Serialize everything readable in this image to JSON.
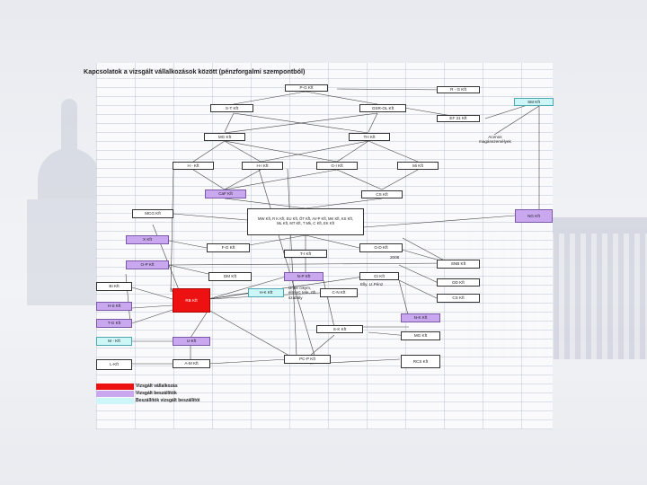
{
  "title": "Kapcsolatok a vizsgált vállalkozások között (pénzforgalmi szempontból)",
  "colors": {
    "red": "#ee1111",
    "purple": "#c9a8f0",
    "cyan": "#ccf6f8"
  },
  "nodes": {
    "pg": "P-G Kft",
    "rg": "R - G Kft",
    "sm": "SM Kft",
    "st": "S-T Kft",
    "gsr": "GSR-OL Kft",
    "ef": "EF 21 Kft",
    "mg": "MG Kft",
    "th": "TH Kft",
    "hm": "H - Kft",
    "hi": "H-I Kft",
    "gi": "G-I Kft",
    "mi": "Mi Kft",
    "cafkt": "CaF Kft",
    "cs": "CS Kft",
    "mcg": "MCG Kft",
    "big": "MW Kft, R K Kft, EU Kft, ÖT Kft, AV-P Kft, MK Kft, KS Kft,\nML Kft, MT Kft, T Mk, C Kft, EK Kft",
    "ngk": "NG Kft",
    "x": "X Kft",
    "fg": "F-G Kft",
    "gd": "G-D Kft",
    "t": "T-I Kft",
    "op": "O-P Kft",
    "snb": "SNB Kft",
    "dm": "DM Kft",
    "np": "N-P Kft",
    "gs": "GI Kft",
    "dd": "DD Kft",
    "bk": "BI Kft",
    "rb": "RB Kft",
    "hk": "H-K Kft",
    "ug": "Unde cikym, elmerc tele, rth szabály",
    "cnyl": "C-N Kft",
    "cs2": "CS Kft",
    "hs": "H-S Kft",
    "nk": "N-K Kft",
    "tg": "T-G Kft",
    "sk": "S-K Kft",
    "mgk": "MG Kft",
    "ma": "M - Kft",
    "uk": "U-Kft",
    "lk": "L-Kft",
    "amnk": "A-M Kft",
    "pcp": "PC-P Kft",
    "rcs": "RCS Kft"
  },
  "annotations": {
    "acnose": "Acenos\nmagánszemélyek",
    "year": "2008",
    "elly": "Elly. Lt.Pénz"
  },
  "legend": [
    {
      "color": "#ee1111",
      "label": "Vizsgált vállalkozás"
    },
    {
      "color": "#c9a8f0",
      "label": "Vizsgált beszállítók"
    },
    {
      "color": "#ccf6f8",
      "label": "Beszállítók vizsgált beszállítói"
    }
  ]
}
